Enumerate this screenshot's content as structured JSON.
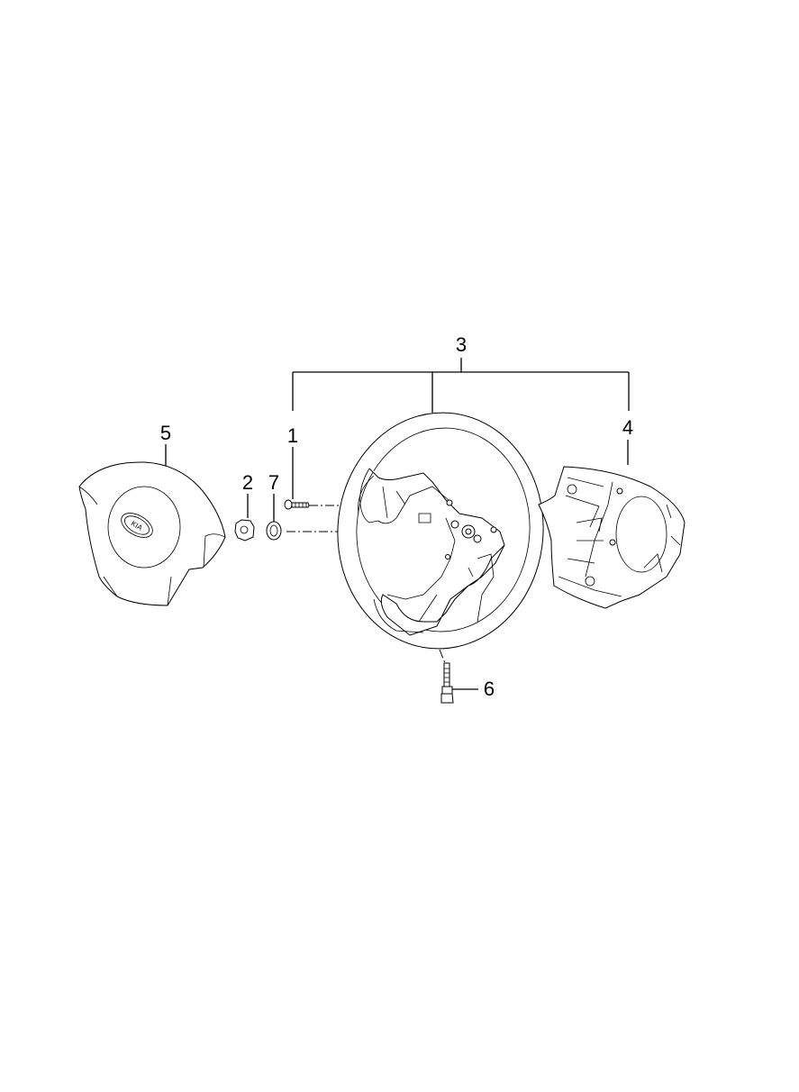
{
  "diagram": {
    "callouts": [
      {
        "id": "1",
        "label": "1"
      },
      {
        "id": "2",
        "label": "2"
      },
      {
        "id": "3",
        "label": "3"
      },
      {
        "id": "4",
        "label": "4"
      },
      {
        "id": "5",
        "label": "5"
      },
      {
        "id": "6",
        "label": "6"
      },
      {
        "id": "7",
        "label": "7"
      }
    ],
    "logo_text": "KIA"
  }
}
